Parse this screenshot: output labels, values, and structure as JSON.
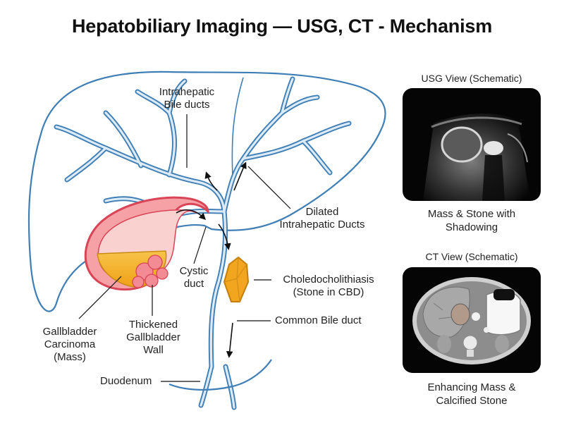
{
  "title": "Hepatobiliary Imaging — USG, CT - Mechanism",
  "labels": {
    "intrahepatic": [
      "Intrahepatic",
      "Bile ducts"
    ],
    "dilated": [
      "Dilated",
      "Intrahepatic Ducts"
    ],
    "cystic": [
      "Cystic",
      "duct"
    ],
    "choledocho": [
      "Choledocholithiasis",
      "(Stone in CBD)"
    ],
    "cbd": "Common Bile duct",
    "gb_carcinoma": [
      "Gallbladder",
      "Carcinoma",
      "(Mass)"
    ],
    "thickened": [
      "Thickened",
      "Gallbladder",
      "Wall"
    ],
    "duodenum": "Duodenum"
  },
  "usg": {
    "caption": "USG View (Schematic)",
    "description": [
      "Mass & Stone with",
      "Shadowing"
    ]
  },
  "ct": {
    "caption": "CT View (Schematic)",
    "description": [
      "Enhancing Mass &",
      "Calcified Stone"
    ]
  },
  "colors": {
    "duct": "#3f7fb5",
    "duct_fill": "#dcebf7",
    "gb_wall": "#e85a6a",
    "gb_wall_fill": "#f6a1a6",
    "mass": "#f0a81c",
    "stone": "#f2a51f"
  }
}
